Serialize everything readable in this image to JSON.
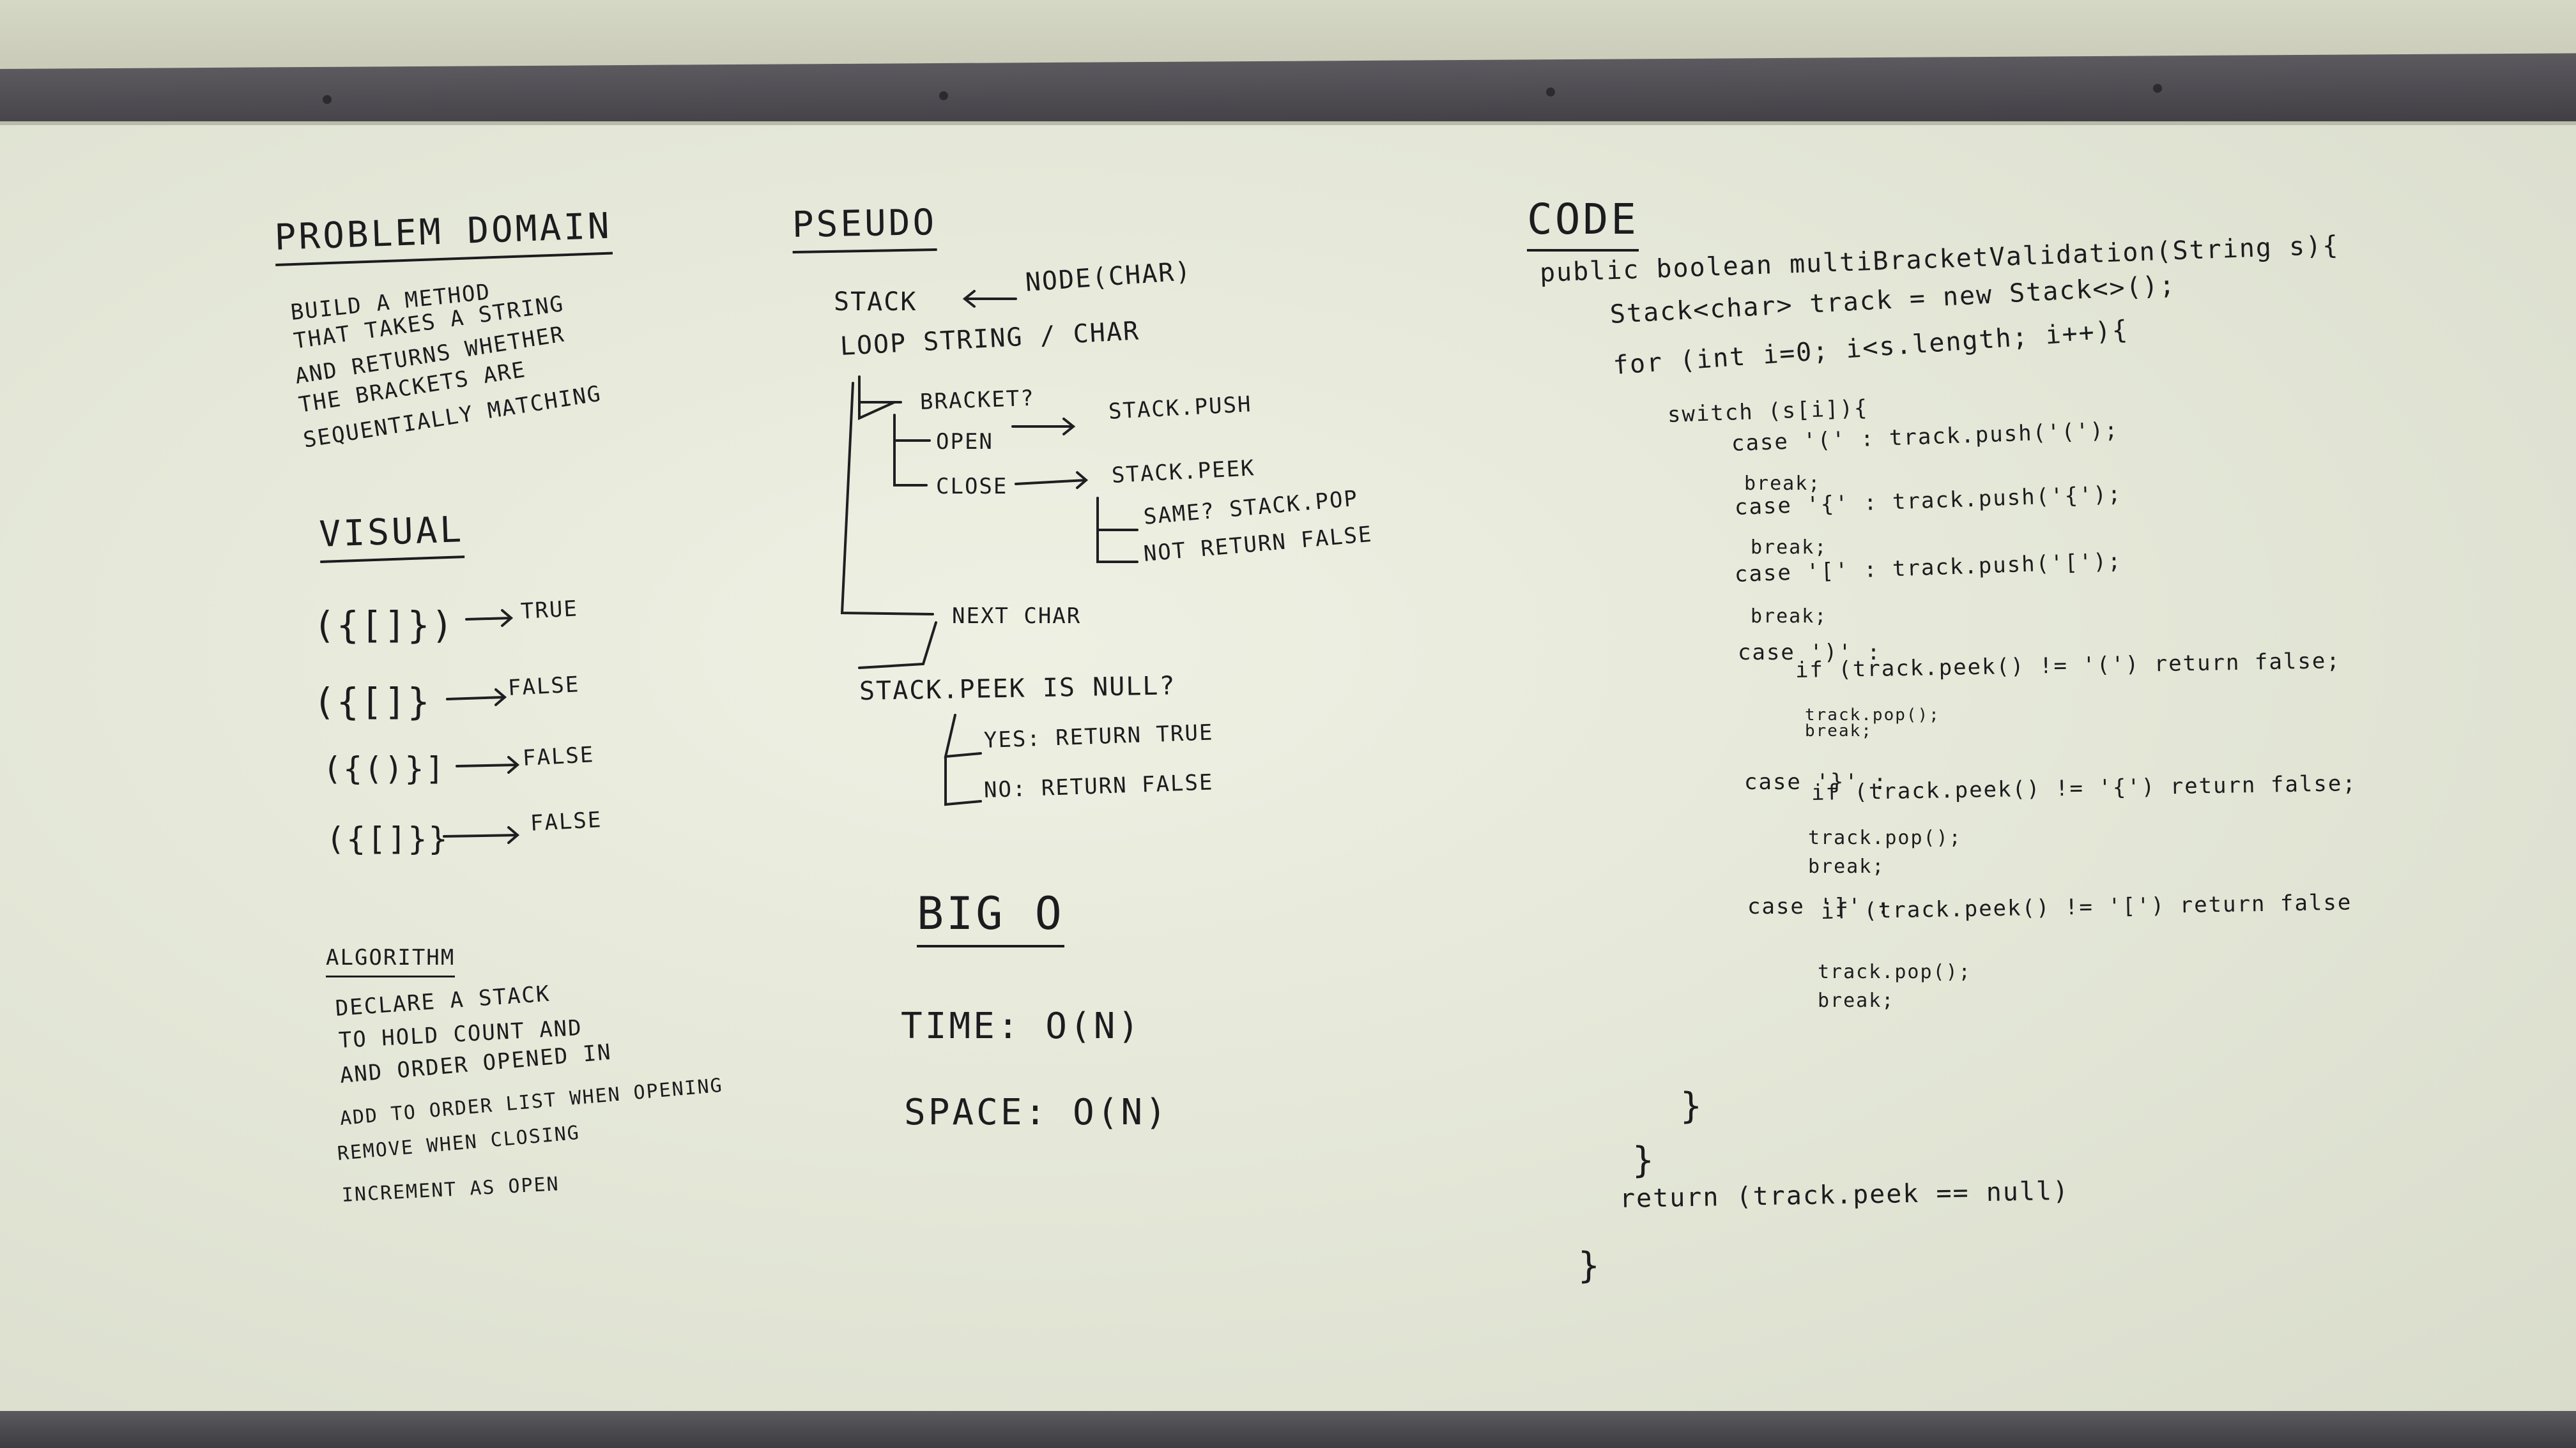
{
  "problem_domain": {
    "title": "Problem Domain",
    "lines": [
      "Build a method",
      "that takes a string",
      "and returns whether",
      "the brackets are",
      "sequentially matching"
    ]
  },
  "visual": {
    "title": "Visual",
    "examples": [
      {
        "input": "({[]})",
        "result": "True"
      },
      {
        "input": "({[]}",
        "result": "False"
      },
      {
        "input": "({()}]",
        "result": "False"
      },
      {
        "input": "({[]}}",
        "result": "False"
      }
    ]
  },
  "algorithm": {
    "title": "Algorithm",
    "lines": [
      "Declare a stack",
      "to hold count and",
      "and order opened in",
      "Add to order list when opening",
      "Remove when closing",
      "Increment as open"
    ]
  },
  "pseudo": {
    "title": "Pseudo",
    "stack_line": "Stack",
    "node_line": "Node(char)",
    "loop_line": "Loop string / char",
    "bracket": "Bracket?",
    "open": "Open",
    "stack_push": "Stack.push",
    "close": "Close",
    "stack_peek": "Stack.peek",
    "same": "Same? stack.pop",
    "not": "Not return false",
    "next_char": "Next char",
    "peek_null": "Stack.peek is null?",
    "yes": "Yes: return true",
    "no": "No: return false"
  },
  "big_o": {
    "title": "Big O",
    "time": "Time: O(n)",
    "space": "Space: O(n)"
  },
  "code": {
    "title": "Code",
    "lines": [
      "public boolean multiBracketValidation(String s){",
      "Stack<char> track = new Stack<>();",
      "for (int i=0; i<s.length; i++){",
      "switch (s[i]){",
      "case '(' : track.push('(');",
      "break;",
      "case '{' : track.push('{');",
      "break;",
      "case '[' : track.push('[');",
      "break;",
      "case ')' :",
      "if (track.peek() != '(') return false;",
      "track.pop();",
      "break;",
      "case '}' :",
      "if (track.peek() != '{') return false;",
      "track.pop();",
      "break;",
      "case ']' :",
      "if (track.peek() != '[') return false",
      "track.pop();",
      "break;",
      "}",
      "}",
      "return (track.peek == null)",
      "}"
    ]
  }
}
